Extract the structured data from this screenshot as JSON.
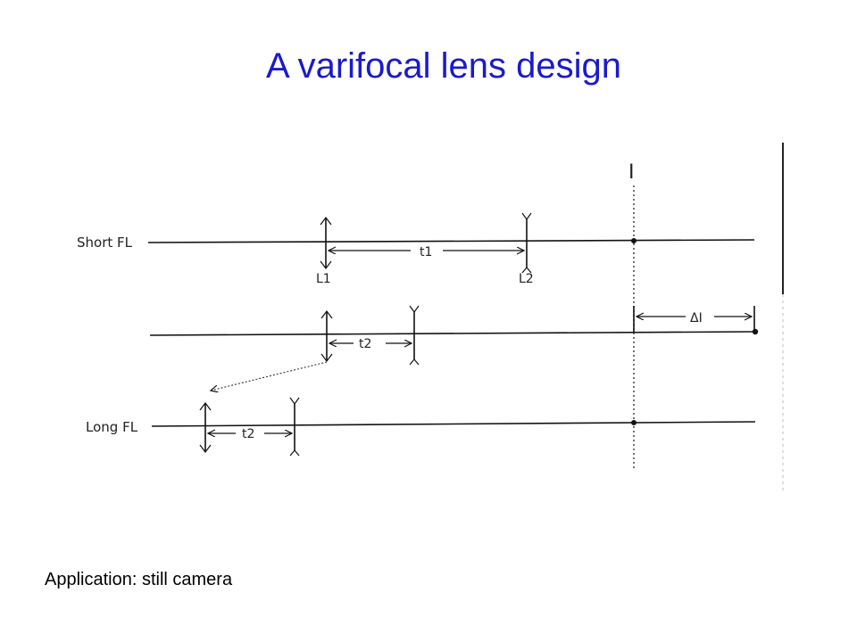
{
  "title": "A varifocal lens design",
  "footer": "Application:  still camera",
  "diagram": {
    "image_plane_label": "I",
    "row1": {
      "label": "Short FL",
      "lens1_label": "L1",
      "lens2_label": "L2",
      "separation_label": "t1"
    },
    "row2": {
      "separation_label": "t2",
      "shift_label": "ΔI"
    },
    "row3": {
      "label": "Long FL",
      "separation_label": "t2"
    }
  }
}
